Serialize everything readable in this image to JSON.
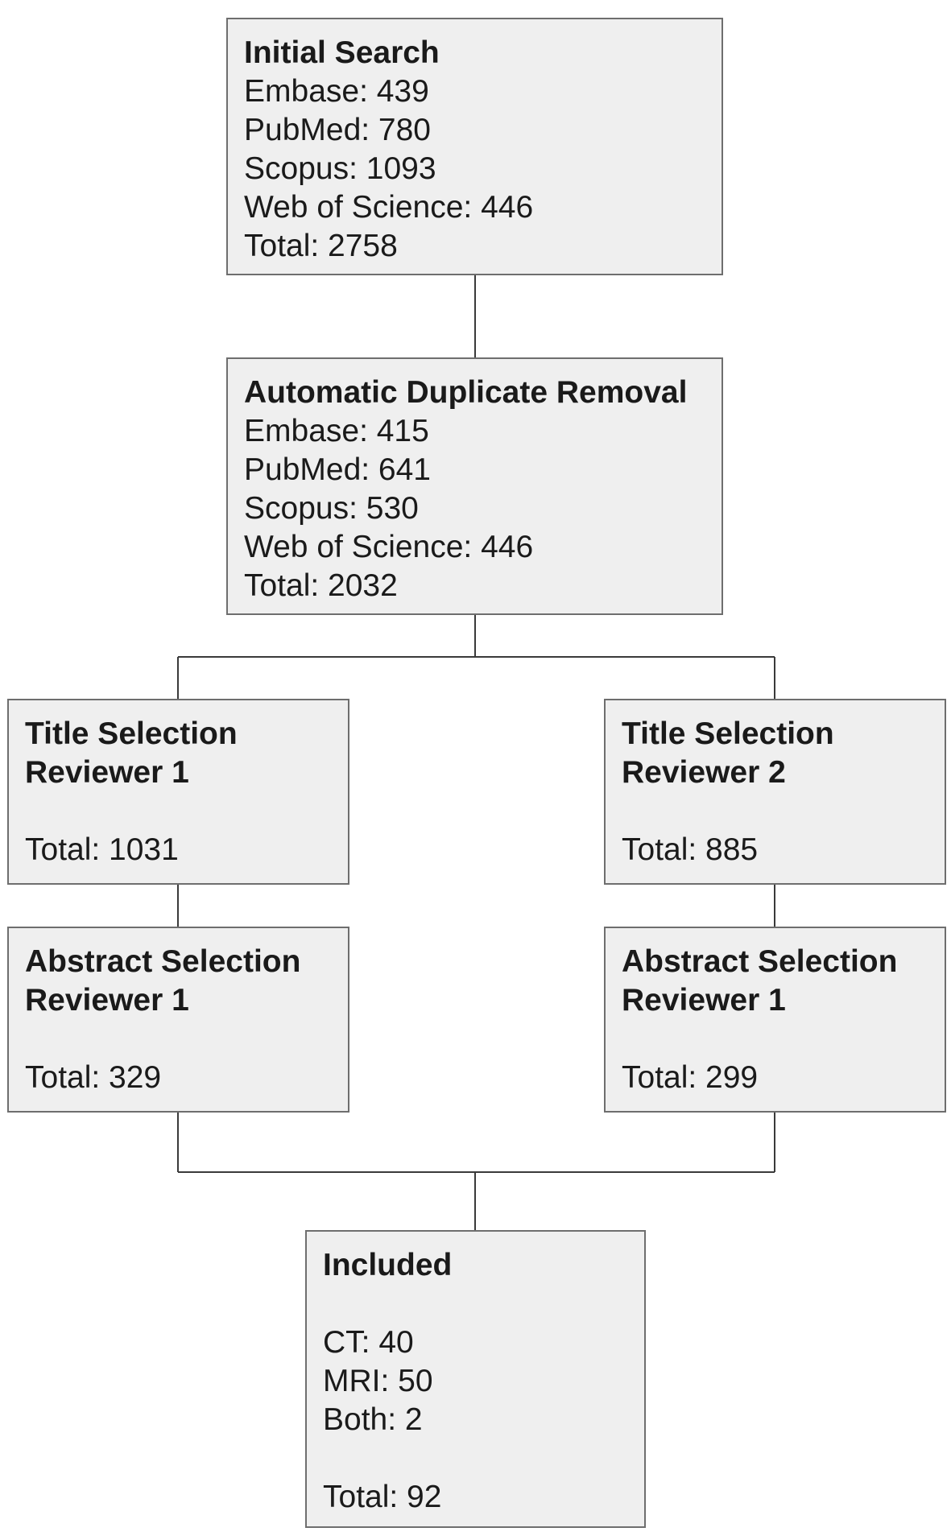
{
  "initial_search": {
    "title": "Initial Search",
    "lines": [
      "Embase: 439",
      "PubMed: 780",
      "Scopus: 1093",
      "Web of Science: 446",
      "Total: 2758"
    ]
  },
  "duplicate_removal": {
    "title": "Automatic Duplicate Removal",
    "lines": [
      "Embase: 415",
      "PubMed: 641",
      "Scopus: 530",
      "Web of Science: 446",
      "Total: 2032"
    ]
  },
  "title_selection_1": {
    "title": "Title Selection\nReviewer 1",
    "total": "Total: 1031"
  },
  "title_selection_2": {
    "title": "Title Selection\nReviewer 2",
    "total": "Total: 885"
  },
  "abstract_selection_1": {
    "title": "Abstract Selection\nReviewer 1",
    "total": "Total: 329"
  },
  "abstract_selection_2": {
    "title": "Abstract Selection\nReviewer 1",
    "total": "Total: 299"
  },
  "included": {
    "title": "Included",
    "lines": [
      "CT: 40",
      "MRI: 50",
      "Both: 2"
    ],
    "total": "Total: 92"
  }
}
